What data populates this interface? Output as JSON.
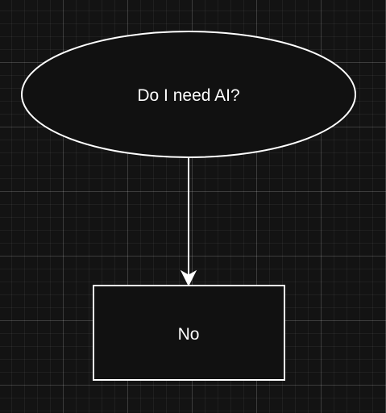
{
  "diagram": {
    "start_node": {
      "label": "Do I need AI?",
      "shape": "ellipse"
    },
    "end_node": {
      "label": "No",
      "shape": "rectangle"
    },
    "edges": [
      {
        "from": "start_node",
        "to": "end_node"
      }
    ]
  },
  "colors": {
    "background": "#131313",
    "node_fill": "#111111",
    "stroke": "#ffffff",
    "text": "#ffffff"
  }
}
